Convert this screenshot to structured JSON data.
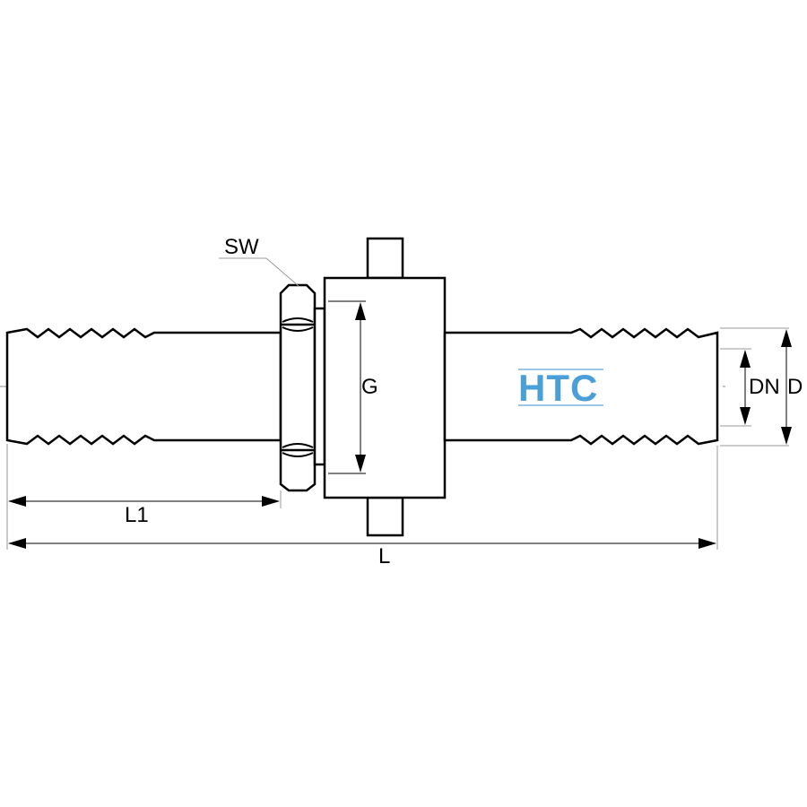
{
  "labels": {
    "sw": "SW",
    "g": "G",
    "dn": "DN",
    "d": "D",
    "l1": "L1",
    "l": "L"
  },
  "logo": {
    "text": "HTC",
    "color": "#4a9fd8"
  },
  "colors": {
    "outline": "#000000",
    "extension_line": "#9a9a9a",
    "centerline": "#8a8a8a"
  }
}
